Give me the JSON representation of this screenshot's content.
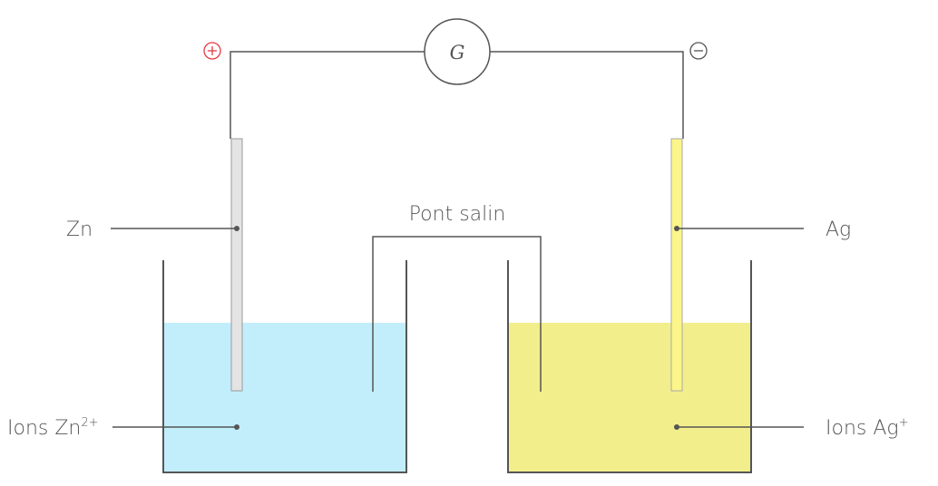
{
  "galvanometer": {
    "label": "G"
  },
  "terminals": {
    "left_sign": "⊕",
    "right_sign": "⊖"
  },
  "labels": {
    "zn": "Zn",
    "ag": "Ag",
    "salt_bridge": "Pont salin",
    "ions_zn": "Ions Zn",
    "ions_zn_charge": "2+",
    "ions_ag": "Ions Ag",
    "ions_ag_charge": "+"
  },
  "colors": {
    "zn_solution": "#c2eefc",
    "ag_solution": "#f2ee8c",
    "zn_electrode": "#e4e4e4",
    "ag_electrode": "#fbf58a",
    "positive_terminal": "#e63946",
    "lines": "#555555"
  }
}
